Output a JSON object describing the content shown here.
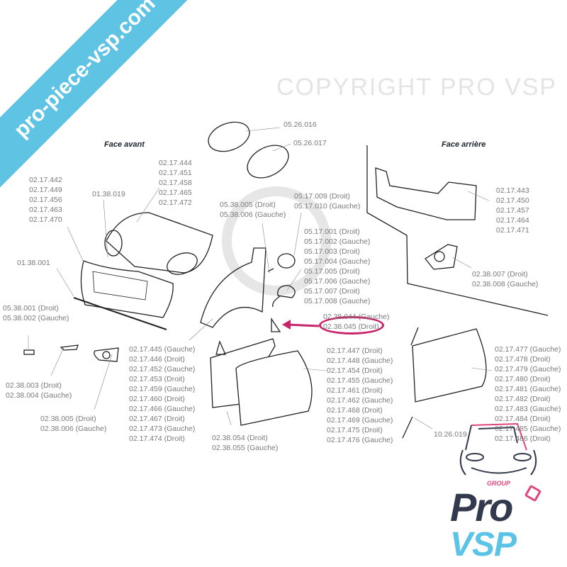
{
  "watermark": {
    "text": "pro-piece-vsp.com",
    "faint_text": "COPYRIGHT PRO VSP",
    "color": "#5fc3e4"
  },
  "sections": {
    "front": "Face avant",
    "rear": "Face arrière"
  },
  "labels": {
    "hood": [
      "02.17.444",
      "02.17.451",
      "02.17.458",
      "02.17.465",
      "02.17.472"
    ],
    "front_bumper": [
      "02.17.442",
      "02.17.449",
      "02.17.456",
      "02.17.463",
      "02.17.470"
    ],
    "emblem": [
      "01.38.019"
    ],
    "grille": [
      "01.38.001"
    ],
    "lower_lip": [
      "05.38.001 (Droit)",
      "05.38.002 (Gauche)"
    ],
    "headlight_1": [
      "05.26.016"
    ],
    "headlight_2": [
      "05.26.017"
    ],
    "side_repeater": [
      "05.38.005 (Droit)",
      "05.38.006 (Gauche)"
    ],
    "mirror_glass": [
      "05.17.009 (Droit)",
      "05.17.010 (Gauche)"
    ],
    "mirror": [
      "05.17.001 (Droit)",
      "05.17.002 (Gauche)",
      "05.17.003 (Droit)",
      "05.17.004 (Gauche)",
      "05.17.005 (Droit)",
      "05.17.006 (Gauche)",
      "05.17.007 (Droit)",
      "05.17.008 (Gauche)"
    ],
    "rear_bumper": [
      "02.17.443",
      "02.17.450",
      "02.17.457",
      "02.17.464",
      "02.17.471"
    ],
    "rear_light_trim": [
      "02.38.007 (Droit)",
      "02.38.008 (Gauche)"
    ],
    "quarter_glass": [
      "02.38.044 (Gauche)",
      "02.38.045 (Droit)"
    ],
    "fender": [
      "02.17.445 (Gauche)",
      "02.17.446 (Droit)",
      "02.17.452 (Gauche)",
      "02.17.453 (Droit)",
      "02.17.459 (Gauche)",
      "02.17.460 (Droit)",
      "02.17.466 (Gauche)",
      "02.17.467 (Droit)",
      "02.17.473 (Gauche)",
      "02.17.474 (Droit)"
    ],
    "front_door": [
      "02.17.447 (Droit)",
      "02.17.448 (Gauche)",
      "02.17.454 (Droit)",
      "02.17.455 (Gauche)",
      "02.17.461 (Droit)",
      "02.17.462 (Gauche)",
      "02.17.468 (Droit)",
      "02.17.469 (Gauche)",
      "02.17.475 (Droit)",
      "02.17.476 (Gauche)"
    ],
    "rear_door": [
      "02.17.477 (Gauche)",
      "02.17.478 (Droit)",
      "02.17.479 (Gauche)",
      "02.17.480 (Droit)",
      "02.17.481 (Gauche)",
      "02.17.482 (Droit)",
      "02.17.483 (Gauche)",
      "02.17.484 (Droit)",
      "02.17.485 (Gauche)",
      "02.17.486 (Droit)"
    ],
    "side_marker": [
      "02.38.003 (Droit)",
      "02.38.004 (Gauche)"
    ],
    "fog_trim": [
      "02.38.005 (Droit)",
      "02.38.006 (Gauche)"
    ],
    "door_panel": [
      "02.38.054 (Droit)",
      "02.38.055 (Gauche)"
    ],
    "sill": [
      "10.26.019"
    ]
  },
  "highlight": {
    "label": "02.38.045 (Droit)",
    "color": "#c8246a"
  },
  "logo": {
    "group": "GROUP",
    "pro": "Pro",
    "vsp": "VSP",
    "dark": "#333a4d",
    "light": "#5ac3e6",
    "accent": "#e0457e"
  }
}
